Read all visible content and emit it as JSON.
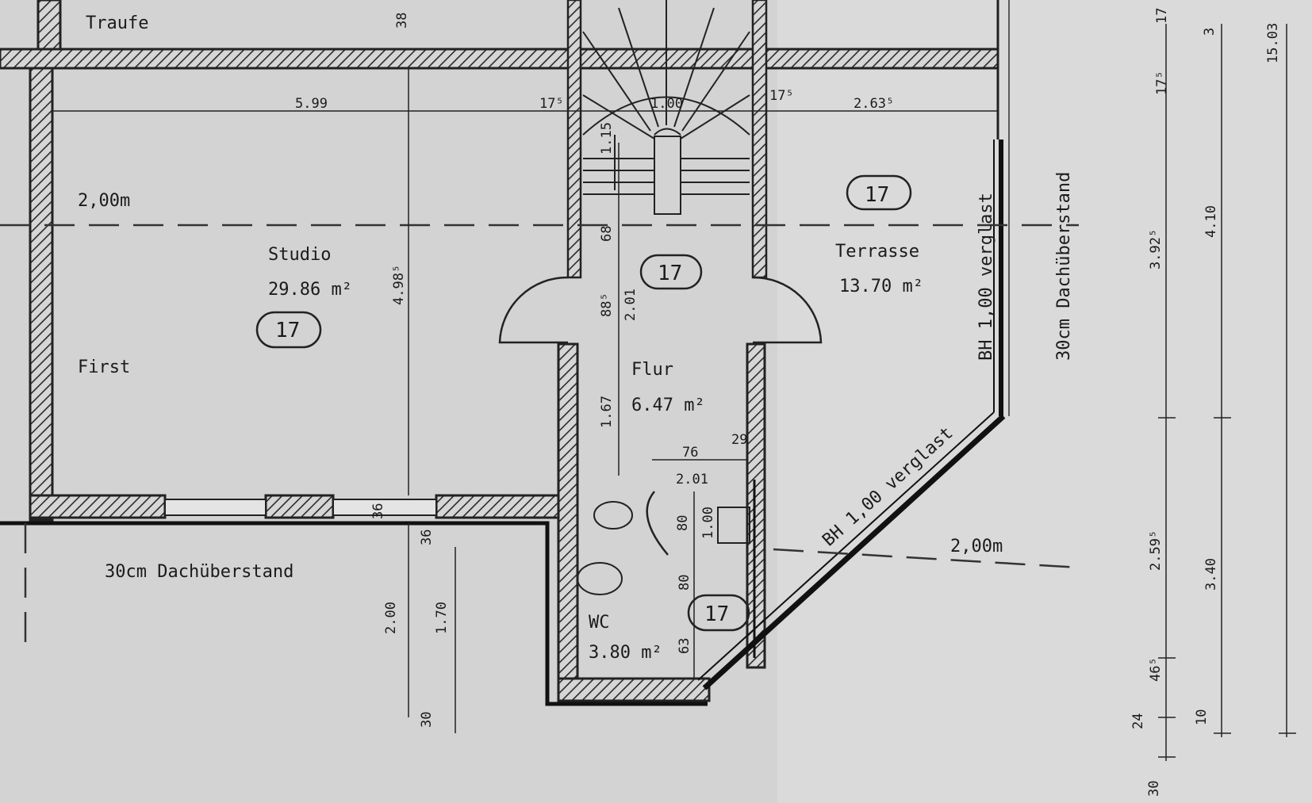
{
  "plan": {
    "labels": {
      "traufe": "Traufe",
      "first": "First",
      "overhang_south": "30cm Dachüberstand",
      "overhang_east": "30cm Dachüberstand",
      "sloped_glass_note": "BH 1,00 verglast",
      "vertical_glass_note": "BH 1,00 verglast",
      "line_height_west": "2,00m",
      "line_height_east": "2,00m"
    },
    "rooms": [
      {
        "name": "Studio",
        "area": "29.86 m²",
        "tag": "17"
      },
      {
        "name": "Terrasse",
        "area": "13.70 m²",
        "tag": "17"
      },
      {
        "name": "Flur",
        "area": "6.47 m²",
        "tag": "17"
      },
      {
        "name": "WC",
        "area": "3.80 m²",
        "tag": "17"
      }
    ],
    "dimensions": {
      "studio_width": "5.99",
      "studio_depth": "4.98⁵",
      "stair_width": "1.00",
      "stair_step": "1.15",
      "wall_left": "17⁵",
      "wall_right": "17⁵",
      "terrace_width": "2.63⁵",
      "top_wall": "38",
      "flur_upper_a": "68",
      "flur_upper_b": "88⁵",
      "flur_door_height": "2.01",
      "flur_lower": "1.67",
      "wc_top_a": "76",
      "wc_top_b": "29",
      "wc_door": "2.01",
      "wc_sink_a": "1.00",
      "wc_sink_b": "80",
      "wc_mid": "80",
      "wc_bottom": "63",
      "south_a": "36",
      "south_b": "36",
      "south_height_a": "2.00",
      "south_height_b": "1.70",
      "south_bottom": "30",
      "right_a": "17",
      "right_b": "3",
      "right_c": "17⁵",
      "right_total": "15.03",
      "right_d": "3.92⁵",
      "right_e": "4.10",
      "right_f": "2.59⁵",
      "right_g": "3.40",
      "right_h": "46⁵",
      "right_i": "24",
      "right_j": "10",
      "right_k": "30"
    }
  }
}
